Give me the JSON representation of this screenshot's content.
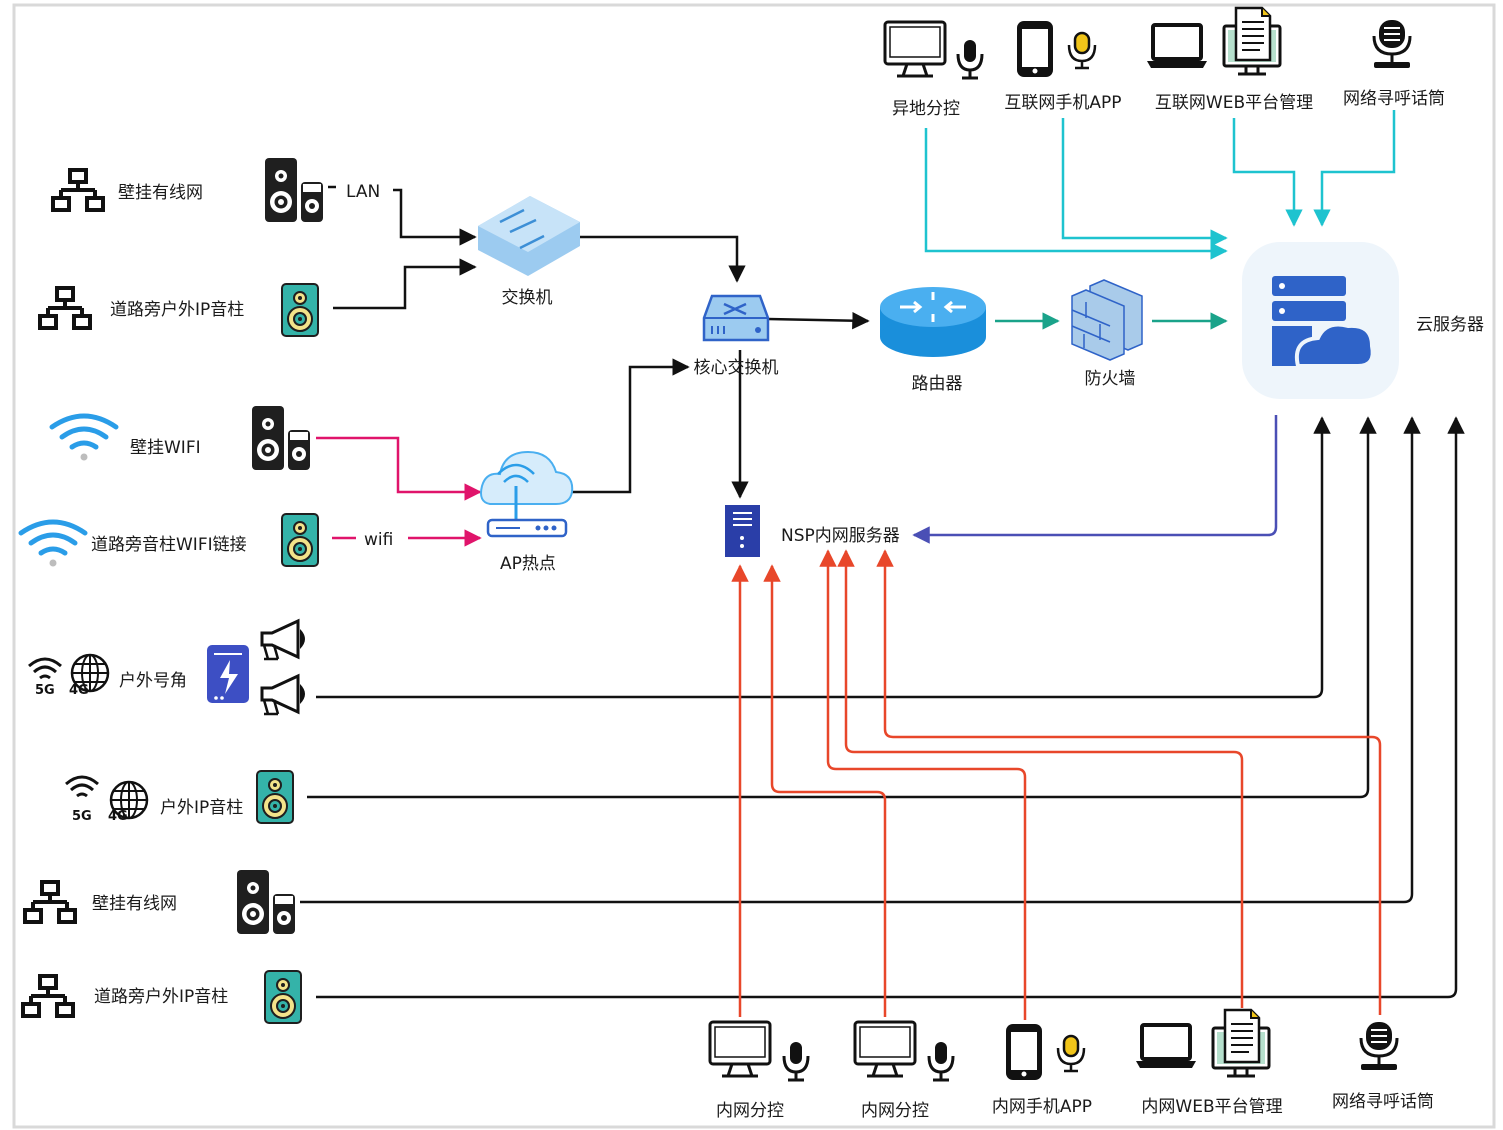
{
  "colors": {
    "black": "#111111",
    "cyan": "#1ec3cf",
    "teal": "#1aa38a",
    "pink": "#e0146b",
    "indigo": "#4a4fb5",
    "orange": "#e8472a",
    "cloud_bg": "#eef5fb",
    "speaker_teal": "#34b3a9",
    "switch_blue": "#9ccbf0",
    "router_blue": "#1a8fdb",
    "firewall_blue": "#a9cbea",
    "server_blue": "#2f63c8",
    "box_blue": "#3d4fc4"
  },
  "labels": {
    "remote_console": "异地分控",
    "internet_app": "互联网手机APP",
    "internet_web": "互联网WEB平台管理",
    "network_mic_top": "网络寻呼话筒",
    "cloud_server": "云服务器",
    "wall_wired_top": "壁挂有线网",
    "lan": "LAN",
    "road_ip_top": "道路旁户外IP音柱",
    "switch": "交换机",
    "core_switch": "核心交换机",
    "router": "路由器",
    "firewall": "防火墙",
    "wall_wifi": "壁挂WIFI",
    "road_wifi": "道路旁音柱WIFI链接",
    "wifi": "wifi",
    "ap": "AP热点",
    "nsp_server": "NSP内网服务器",
    "outdoor_horn": "户外号角",
    "net_5g": "5G",
    "net_4g": "4G",
    "outdoor_ip": "户外IP音柱",
    "wall_wired_bottom": "壁挂有线网",
    "road_ip_bottom": "道路旁户外IP音柱",
    "intranet_console_1": "内网分控",
    "intranet_console_2": "内网分控",
    "intranet_app": "内网手机APP",
    "intranet_web": "内网WEB平台管理",
    "network_mic_bottom": "网络寻呼话筒"
  },
  "icons": {
    "monitor": "monitor-icon",
    "microphone": "microphone-icon",
    "phone": "smartphone-icon",
    "laptop": "laptop-icon",
    "document": "document-monitor-icon",
    "paging_mic": "paging-microphone-icon",
    "cloud_server": "cloud-server-icon",
    "lan_network": "network-topology-icon",
    "speaker": "speaker-icon",
    "switch": "switch-icon",
    "core_switch": "core-switch-icon",
    "router": "router-icon",
    "firewall": "firewall-icon",
    "wifi": "wifi-icon",
    "ap": "ap-hotspot-icon",
    "nsp": "nsp-server-icon",
    "horn": "horn-speaker-icon",
    "power_box": "power-box-icon",
    "globe": "globe-icon"
  }
}
